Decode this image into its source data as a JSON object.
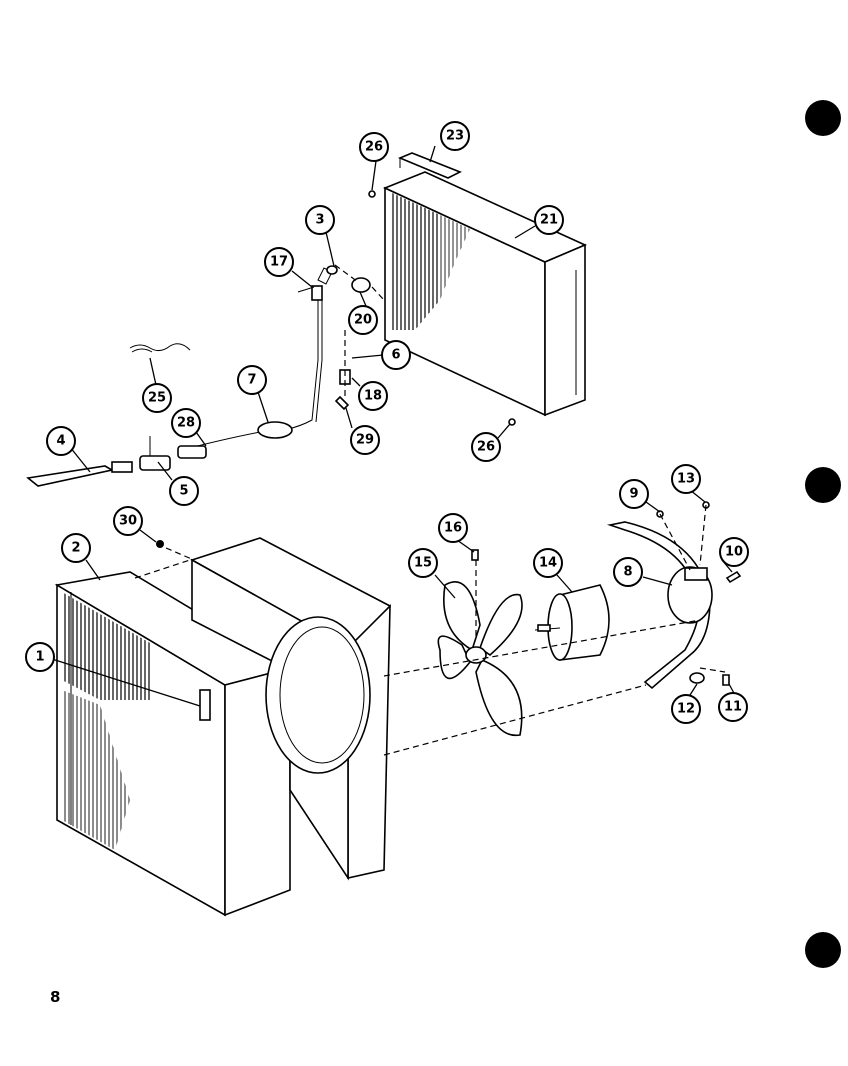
{
  "page": {
    "number": "8"
  },
  "callouts": {
    "c1": "1",
    "c2": "2",
    "c3": "3",
    "c4": "4",
    "c5": "5",
    "c6": "6",
    "c7": "7",
    "c8": "8",
    "c9": "9",
    "c10": "10",
    "c11": "11",
    "c12": "12",
    "c13": "13",
    "c14": "14",
    "c15": "15",
    "c16": "16",
    "c17": "17",
    "c18": "18",
    "c20": "20",
    "c21": "21",
    "c23": "23",
    "c25": "25",
    "c26a": "26",
    "c26b": "26",
    "c28": "28",
    "c29": "29",
    "c30": "30"
  }
}
